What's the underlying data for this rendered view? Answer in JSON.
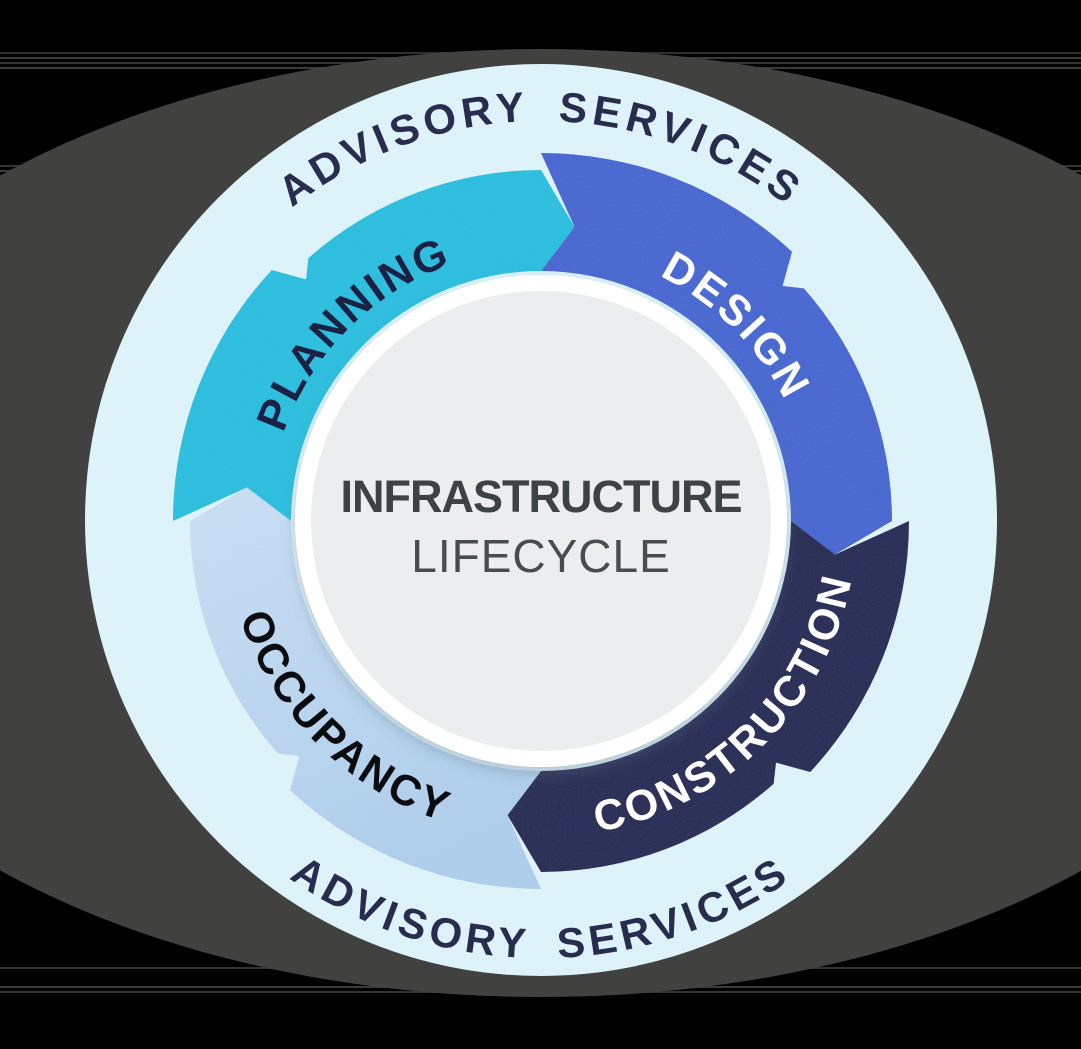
{
  "diagram": {
    "title_line1": "INFRASTRUCTURE",
    "title_line2": "LIFECYCLE",
    "advisory_top": "ADVISORY SERVICES",
    "advisory_bottom": "ADVISORY SERVICES",
    "segments": [
      {
        "id": "planning",
        "label": "PLANNING",
        "color": "#2abfe0",
        "label_color": "#1b2145"
      },
      {
        "id": "design",
        "label": "DESIGN",
        "color": "#4767d2",
        "label_color": "#ffffff"
      },
      {
        "id": "construction",
        "label": "CONSTRUCTION",
        "color": "#272c55",
        "label_color": "#ffffff"
      },
      {
        "id": "occupancy",
        "label": "OCCUPANCY",
        "color": "#aecfee",
        "color_light": "#c9dff5",
        "label_color": "#0a0c10"
      }
    ],
    "colors": {
      "background": "#000000",
      "shadow_disc": "#414240",
      "outer_disc": "#def2fa",
      "advisory_text": "#282c4e",
      "center_rim": "#ffffff",
      "center_disc": "#ebedef",
      "title_color1": "#3d4242",
      "title_color2": "#474c4c"
    }
  }
}
